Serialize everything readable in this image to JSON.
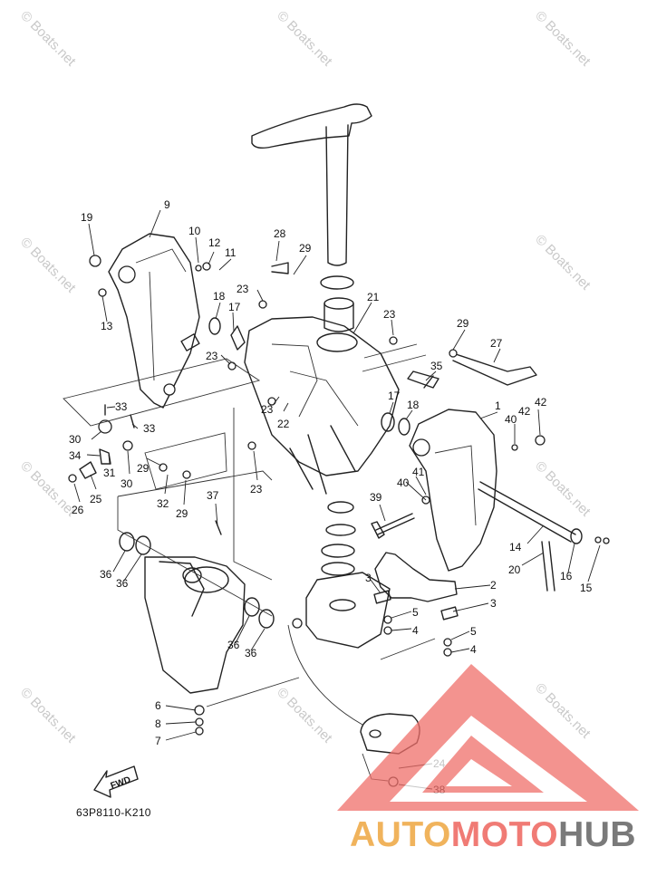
{
  "diagram": {
    "part_code": "63P8110-K210",
    "fwd_label": "FWD",
    "watermark_text": "© Boats.net",
    "callouts": [
      "1",
      "2",
      "3",
      "3",
      "4",
      "4",
      "5",
      "5",
      "6",
      "7",
      "8",
      "9",
      "10",
      "11",
      "12",
      "13",
      "14",
      "15",
      "16",
      "17",
      "17",
      "18",
      "18",
      "19",
      "20",
      "21",
      "22",
      "23",
      "23",
      "23",
      "23",
      "23",
      "24",
      "25",
      "26",
      "27",
      "28",
      "29",
      "29",
      "29",
      "29",
      "30",
      "30",
      "31",
      "32",
      "33",
      "33",
      "34",
      "35",
      "36",
      "36",
      "36",
      "36",
      "37",
      "38",
      "39",
      "40",
      "40",
      "41",
      "42",
      "42"
    ]
  },
  "brand": {
    "part1": "AUTO",
    "part2": "MOTO",
    "part3": "HUB",
    "colors": {
      "part1": "#f0b35c",
      "part2": "#f07b75",
      "part3": "#7a7a7a",
      "logo": "#ef6f6a"
    }
  }
}
